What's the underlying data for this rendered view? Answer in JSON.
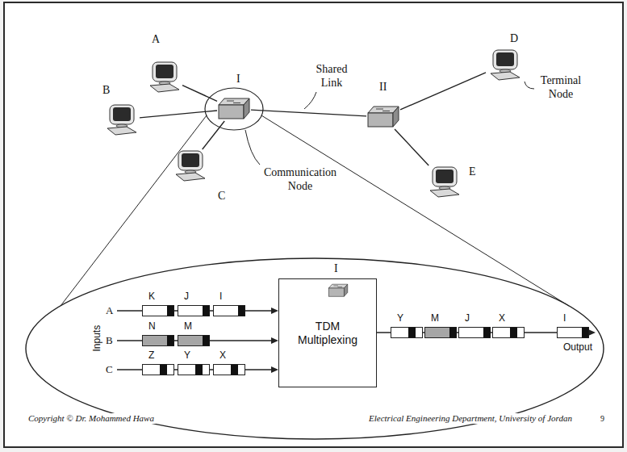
{
  "diagram": {
    "nodes": [
      {
        "text": [
          "A"
        ]
      },
      {
        "text": [
          "B"
        ]
      },
      {
        "text": [
          "C"
        ]
      },
      {
        "text": [
          "I"
        ]
      },
      {
        "text": [
          "II"
        ]
      },
      {
        "text": [
          "D"
        ]
      },
      {
        "text": [
          "E"
        ]
      },
      {
        "text": [
          "K"
        ]
      },
      {
        "text": [
          "J"
        ]
      },
      {
        "text": [
          "I"
        ]
      },
      {
        "text": [
          "N"
        ]
      },
      {
        "text": [
          "M"
        ]
      },
      {
        "text": [
          "Z"
        ]
      },
      {
        "text": [
          "Y"
        ]
      },
      {
        "text": [
          "X"
        ]
      },
      {
        "text": [
          "TDM Multiplexing"
        ]
      },
      {
        "text": [
          "I"
        ],
        "in": 15
      },
      {
        "text": [
          "Y"
        ]
      },
      {
        "text": [
          "M"
        ]
      },
      {
        "text": [
          "J"
        ]
      },
      {
        "text": [
          "X"
        ]
      },
      {
        "text": [
          "I"
        ]
      }
    ],
    "edges": [
      {
        "from": 0,
        "to": 3,
        "arrow": "none"
      },
      {
        "from": 1,
        "to": 3,
        "arrow": "none"
      },
      {
        "from": 2,
        "to": 3,
        "arrow": "none"
      },
      {
        "from": 3,
        "to": 4,
        "arrow": "none"
      },
      {
        "from": 4,
        "to": 5,
        "arrow": "none"
      },
      {
        "from": 4,
        "to": 6,
        "arrow": "none"
      }
    ],
    "labels": [
      "Shared Link",
      "Terminal Node",
      "Communication Node",
      "Inputs",
      "A",
      "B",
      "C",
      "Output",
      "Copyright © Dr. Mohammed Hawa",
      "Electrical Engineering Department, University of Jordan",
      "9"
    ]
  }
}
